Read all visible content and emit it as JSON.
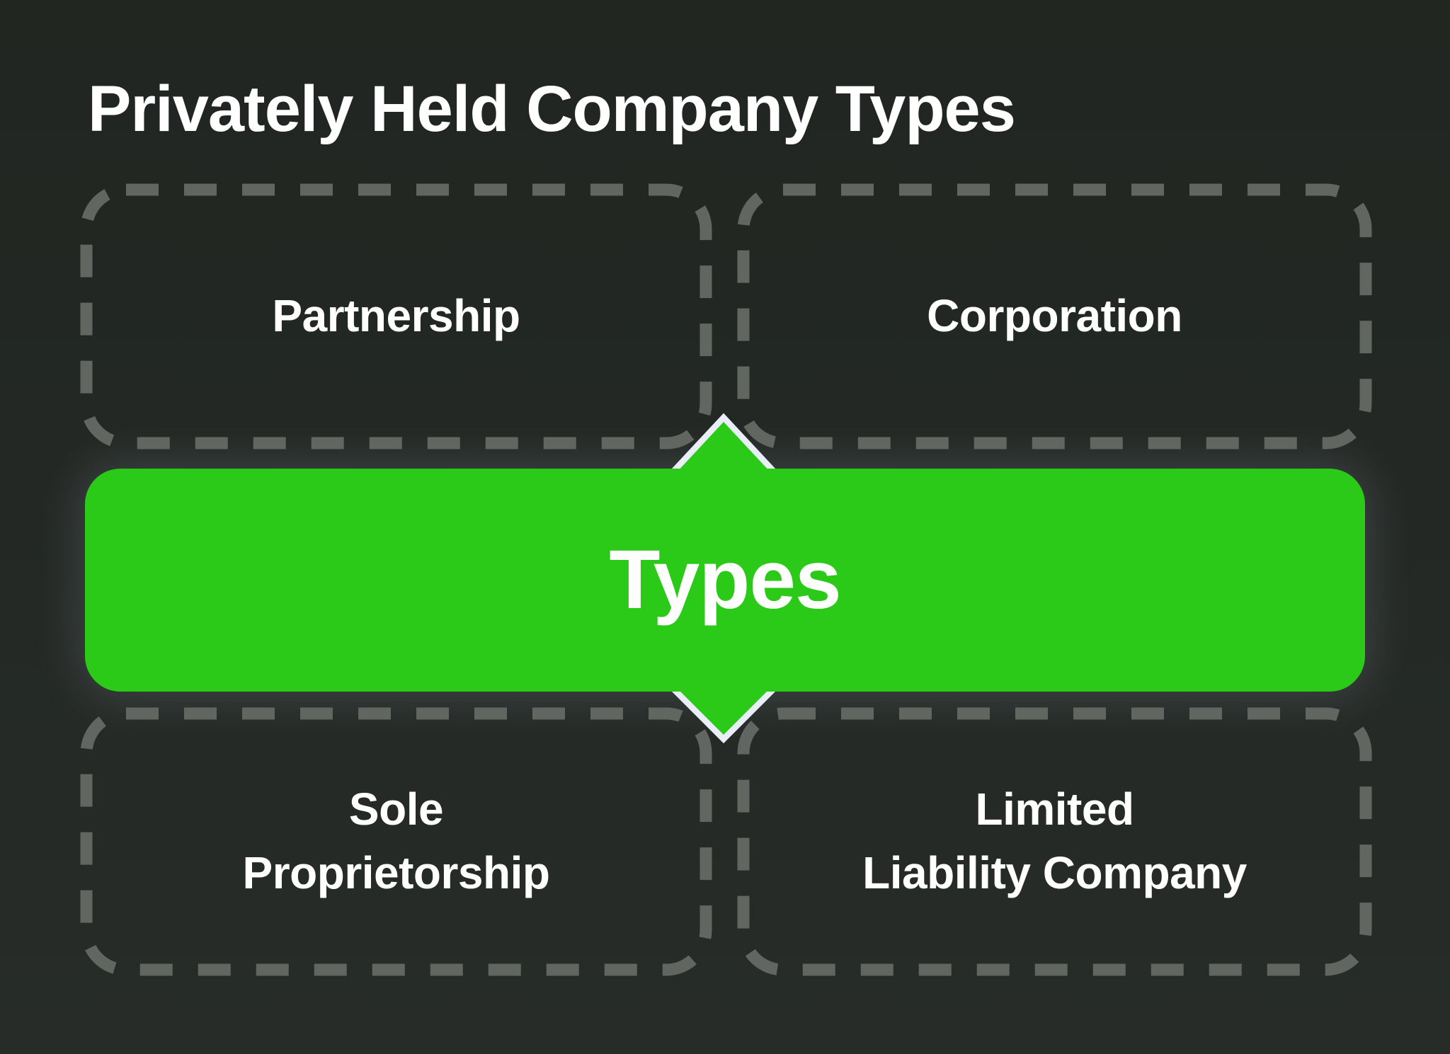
{
  "page": {
    "title": "Privately Held Company Types"
  },
  "diagram": {
    "center_label": "Types",
    "boxes": {
      "partnership": {
        "label": "Partnership"
      },
      "corporation": {
        "label": "Corporation"
      },
      "sole_proprietorship": {
        "line1": "Sole",
        "line2": "Proprietorship"
      },
      "llc": {
        "line1": "Limited",
        "line2": "Liability Company"
      }
    }
  },
  "colors": {
    "background": "#232824",
    "accent_green": "#2cca18",
    "dash_gray": "#616660",
    "text_white": "#ffffff",
    "arrow_outline": "#e9eef8"
  }
}
